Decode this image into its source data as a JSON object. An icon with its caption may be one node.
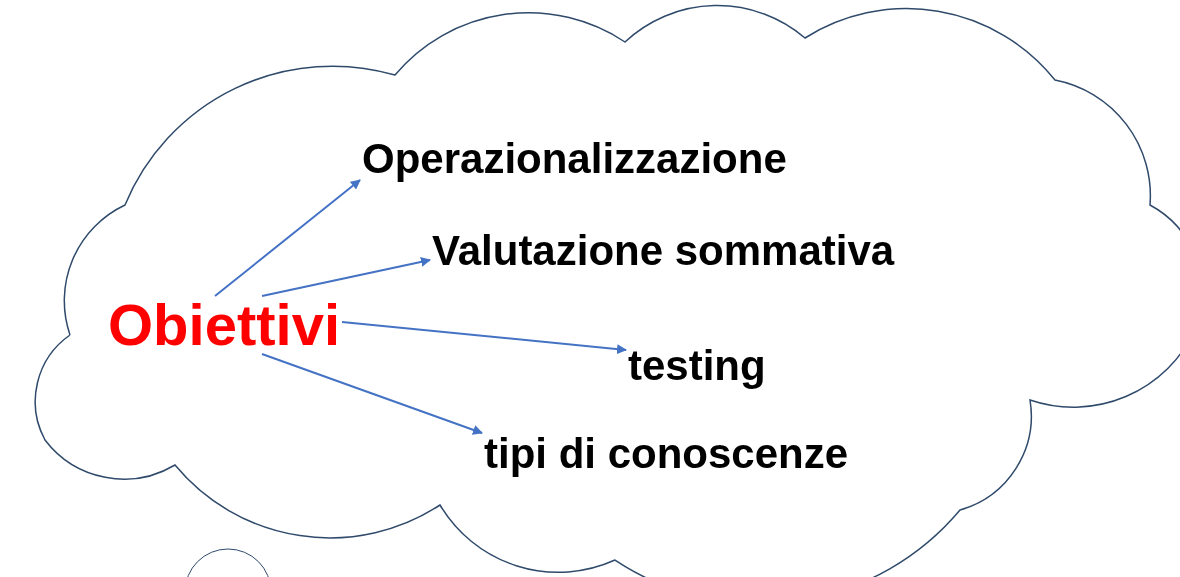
{
  "diagram": {
    "nodes": [
      {
        "text": [],
        "shape": "cloud"
      },
      {
        "text": [
          "Obiettivi"
        ],
        "in": 0
      },
      {
        "text": [
          "Operazionalizzazione"
        ],
        "in": 0
      },
      {
        "text": [
          "Valutazione sommativa"
        ],
        "in": 0
      },
      {
        "text": [
          "testing"
        ],
        "in": 0
      },
      {
        "text": [
          "tipi di conoscenze"
        ],
        "in": 0
      },
      {
        "text": [],
        "shape": "circle"
      }
    ],
    "edges": [
      {
        "from": 1,
        "to": 2,
        "arrow": "to"
      },
      {
        "from": 1,
        "to": 3,
        "arrow": "to"
      },
      {
        "from": 1,
        "to": 4,
        "arrow": "to"
      },
      {
        "from": 1,
        "to": 5,
        "arrow": "to"
      }
    ]
  }
}
